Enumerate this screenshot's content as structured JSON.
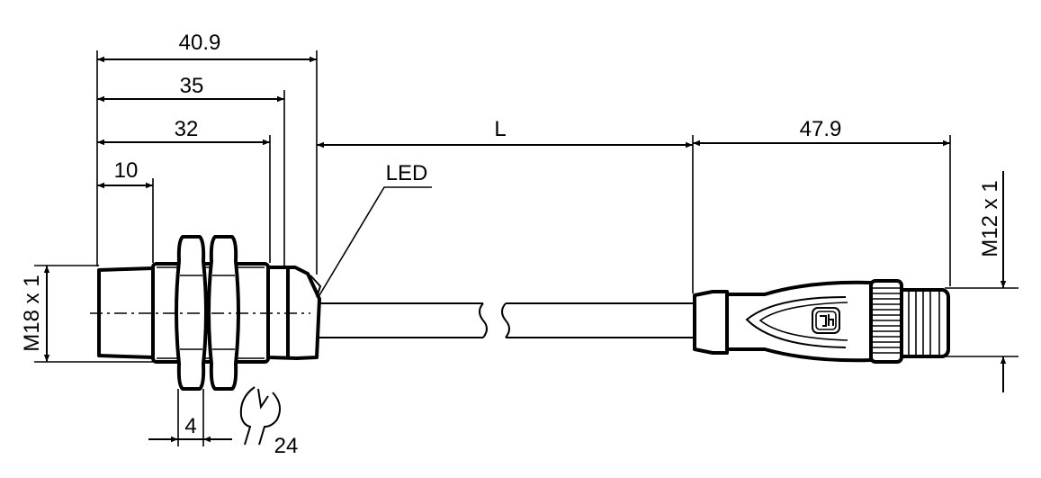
{
  "dimensions": {
    "overall_length": "40.9",
    "length_35": "35",
    "thread_length": "32",
    "cap_length": "10",
    "cable_length": "L",
    "connector_length": "47.9",
    "nut_width": "4",
    "wrench_size": "24",
    "sensor_thread": "M18 x 1",
    "connector_thread": "M12 x 1"
  },
  "labels": {
    "led": "LED"
  },
  "logo": {
    "text": "Pepperl+Fuchs logo"
  },
  "colors": {
    "line": "#000000",
    "background": "#ffffff"
  }
}
